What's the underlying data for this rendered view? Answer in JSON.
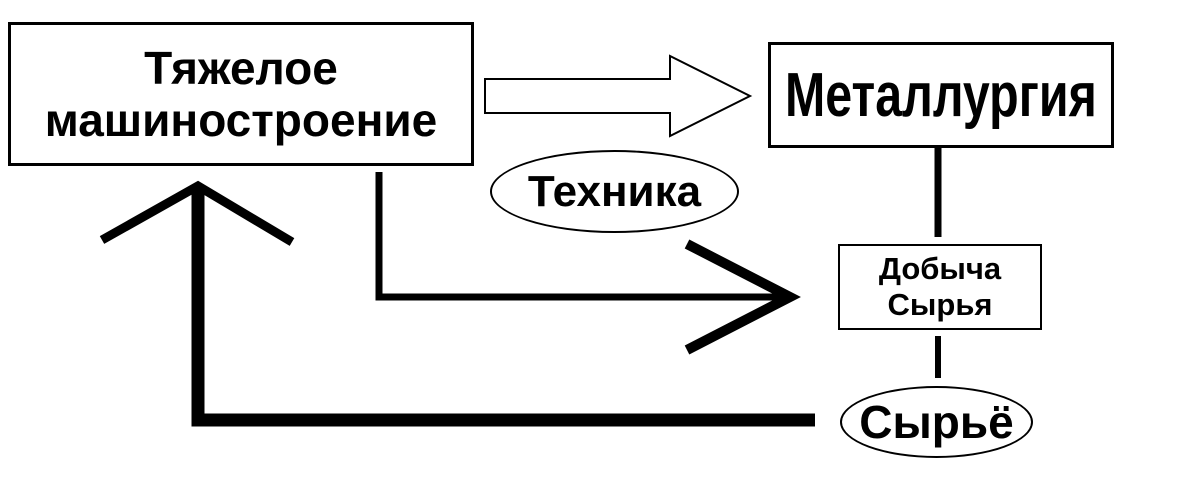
{
  "nodes": {
    "heavy_machinery": {
      "line1": "Тяжелое",
      "line2": "машиностроение"
    },
    "metallurgy": {
      "label": "Металлургия"
    },
    "technology": {
      "label": "Техника"
    },
    "raw_extraction": {
      "line1": "Добыча",
      "line2": "Сырья"
    },
    "raw_materials": {
      "label": "Сырьё"
    }
  }
}
